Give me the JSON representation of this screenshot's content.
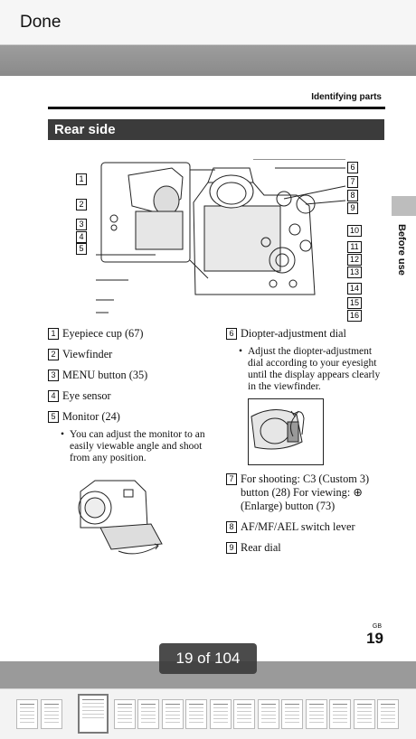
{
  "topbar": {
    "done_label": "Done"
  },
  "page": {
    "section_header": "Identifying parts",
    "section_title": "Rear side",
    "side_label": "Before use",
    "figure_callouts": [
      "1",
      "2",
      "3",
      "4",
      "5",
      "6",
      "7",
      "8",
      "9",
      "10",
      "11",
      "12",
      "13",
      "14",
      "15",
      "16"
    ],
    "left_items": [
      {
        "num": "1",
        "text": "Eyepiece cup (67)"
      },
      {
        "num": "2",
        "text": "Viewfinder"
      },
      {
        "num": "3",
        "text": "MENU button (35)"
      },
      {
        "num": "4",
        "text": "Eye sensor"
      },
      {
        "num": "5",
        "text": "Monitor (24)"
      }
    ],
    "left_bullet": "You can adjust the monitor to an easily viewable angle and shoot from any position.",
    "right_items": [
      {
        "num": "6",
        "text": "Diopter-adjustment dial"
      },
      {
        "num": "7",
        "text": "For shooting: C3 (Custom 3) button (28) For viewing: ⊕ (Enlarge) button (73)"
      },
      {
        "num": "8",
        "text": "AF/MF/AEL switch lever"
      },
      {
        "num": "9",
        "text": "Rear dial"
      }
    ],
    "right_bullet": "Adjust the diopter-adjustment dial according to your eyesight until the display appears clearly in the viewfinder.",
    "gb_label": "GB",
    "page_number": "19"
  },
  "pager": {
    "indicator": "19 of 104"
  }
}
